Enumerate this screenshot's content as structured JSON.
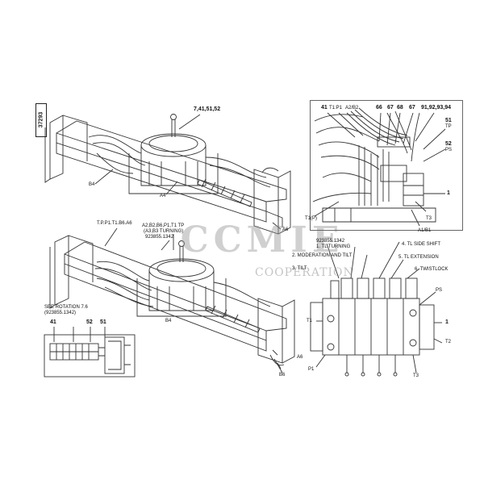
{
  "sheet_id": "37293",
  "watermark": {
    "brand": "CCMIE",
    "tagline": "COOPERATION"
  },
  "top_assembly": {
    "callout_main": "7,41,51,52",
    "label_b4": "B4",
    "label_a4": "A4",
    "label_a6": "A6"
  },
  "lower_assembly": {
    "callout_ports": "T.P.P1.T1.B6.A6",
    "callout_turning": "A2,B2,B6,P1,T1 TP",
    "callout_turning_2": "(A3,B3 TURNING)",
    "callout_turning_3": "923855.1342",
    "see_rotation_1": "SEE ROTATION 7.6",
    "see_rotation_2": "(923855.1342)",
    "label_41": "41",
    "label_52": "52",
    "label_51": "51",
    "label_b4": "B4",
    "label_a6": "A6",
    "label_b6": "B6"
  },
  "detail_view": {
    "label_41": "41",
    "label_t1p1": "T1:P1",
    "label_a2b2": "A2/B2",
    "label_66": "66",
    "label_67a": "67",
    "label_68": "68",
    "label_67b": "67",
    "label_9194": "91,92,93,94",
    "label_51": "51",
    "label_tp": "TP",
    "label_52": "52",
    "label_ps": "PS",
    "label_1": "1",
    "label_t3": "T3",
    "label_a1b1": "A1/B1",
    "label_t1p": "T1(P)"
  },
  "valve_block": {
    "part_no": "923855.1342",
    "sec1": "1. TL TURNING",
    "sec2": "2. MODERATION AND TILT",
    "sec3": "3. TILT",
    "sec4": "4. TL SIDE SHIFT",
    "sec5": "5. TL EXTENSION",
    "sec6": "6. TWISTLOCK",
    "port_ps": "PS",
    "port_t1": "T1",
    "port_1": "1",
    "port_t2": "T2",
    "port_p1": "P1",
    "port_t3": "T3"
  }
}
